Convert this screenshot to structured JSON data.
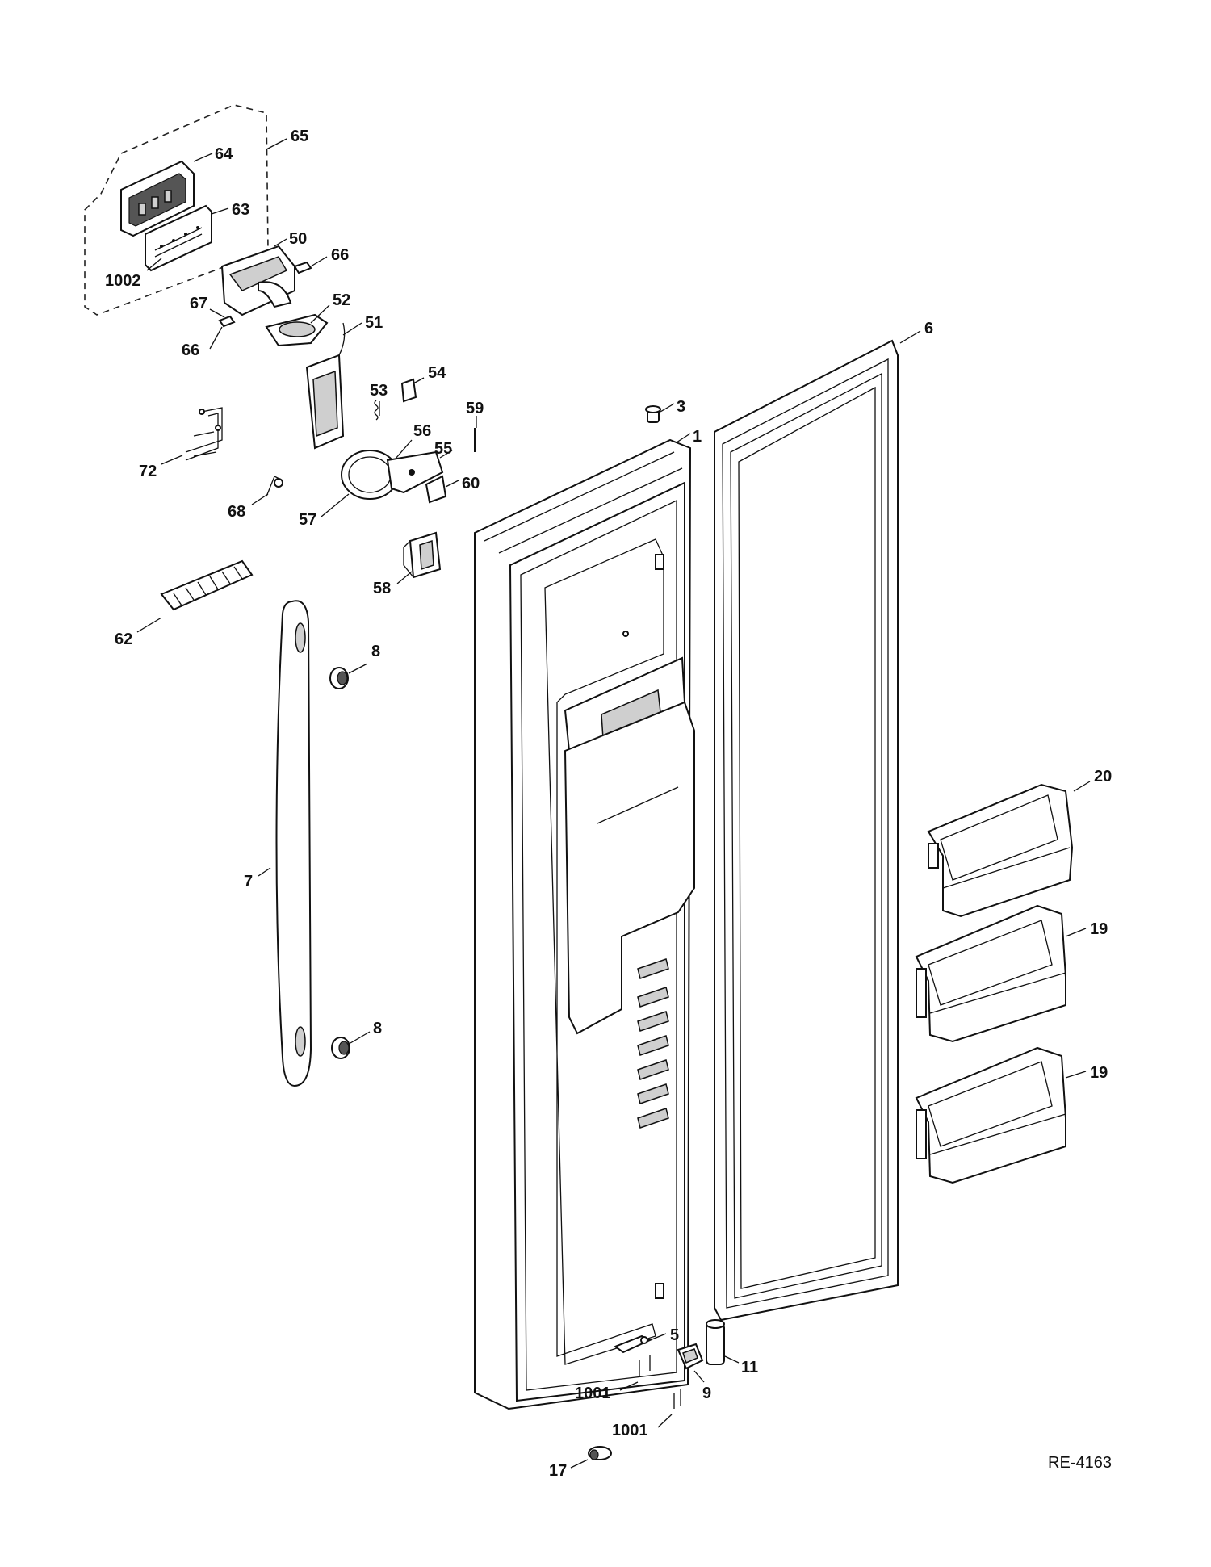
{
  "callouts": [
    {
      "id": "c65",
      "label": "65"
    },
    {
      "id": "c64",
      "label": "64"
    },
    {
      "id": "c63",
      "label": "63"
    },
    {
      "id": "c50",
      "label": "50"
    },
    {
      "id": "c66a",
      "label": "66"
    },
    {
      "id": "c1002",
      "label": "1002"
    },
    {
      "id": "c67",
      "label": "67"
    },
    {
      "id": "c52",
      "label": "52"
    },
    {
      "id": "c66b",
      "label": "66"
    },
    {
      "id": "c51",
      "label": "51"
    },
    {
      "id": "c6",
      "label": "6"
    },
    {
      "id": "c53",
      "label": "53"
    },
    {
      "id": "c54",
      "label": "54"
    },
    {
      "id": "c59",
      "label": "59"
    },
    {
      "id": "c3",
      "label": "3"
    },
    {
      "id": "c56",
      "label": "56"
    },
    {
      "id": "c1",
      "label": "1"
    },
    {
      "id": "c55",
      "label": "55"
    },
    {
      "id": "c72",
      "label": "72"
    },
    {
      "id": "c60",
      "label": "60"
    },
    {
      "id": "c68",
      "label": "68"
    },
    {
      "id": "c57",
      "label": "57"
    },
    {
      "id": "c58",
      "label": "58"
    },
    {
      "id": "c62",
      "label": "62"
    },
    {
      "id": "c8a",
      "label": "8"
    },
    {
      "id": "c20",
      "label": "20"
    },
    {
      "id": "c7",
      "label": "7"
    },
    {
      "id": "c19a",
      "label": "19"
    },
    {
      "id": "c8b",
      "label": "8"
    },
    {
      "id": "c19b",
      "label": "19"
    },
    {
      "id": "c5",
      "label": "5"
    },
    {
      "id": "c11",
      "label": "11"
    },
    {
      "id": "c1001a",
      "label": "1001"
    },
    {
      "id": "c9",
      "label": "9"
    },
    {
      "id": "c1001b",
      "label": "1001"
    },
    {
      "id": "c17",
      "label": "17"
    }
  ],
  "drawing_id": "RE-4163"
}
